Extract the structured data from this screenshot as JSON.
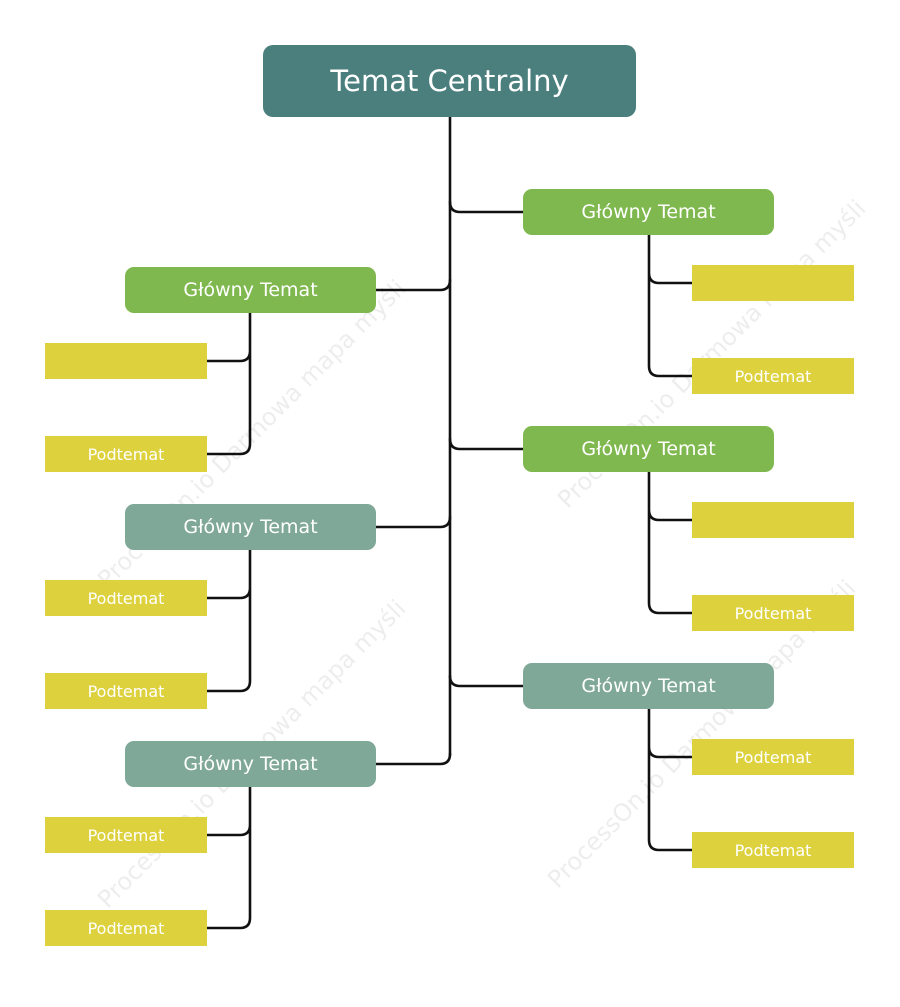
{
  "colors": {
    "central": "#4a7f7e",
    "main_green": "#7fb84e",
    "main_grey": "#7fa898",
    "subtopic": "#ddd13e",
    "connector": "#111111",
    "text": "#ffffff"
  },
  "central": {
    "label": "Temat Centralny"
  },
  "main_topics": [
    {
      "label": "Główny Temat",
      "style": "green",
      "subtopics": [
        "",
        "Podtemat"
      ]
    },
    {
      "label": "Główny Temat",
      "style": "grey",
      "subtopics": [
        "Podtemat",
        "Podtemat"
      ]
    },
    {
      "label": "Główny Temat",
      "style": "grey",
      "subtopics": [
        "Podtemat",
        "Podtemat"
      ]
    },
    {
      "label": "Główny Temat",
      "style": "green",
      "subtopics": [
        "",
        "Podtemat"
      ]
    },
    {
      "label": "Główny Temat",
      "style": "green",
      "subtopics": [
        "",
        "Podtemat"
      ]
    },
    {
      "label": "Główny Temat",
      "style": "grey",
      "subtopics": [
        "Podtemat",
        "Podtemat"
      ]
    }
  ],
  "watermark": "ProcessOn.io Darmowa mapa myśli"
}
